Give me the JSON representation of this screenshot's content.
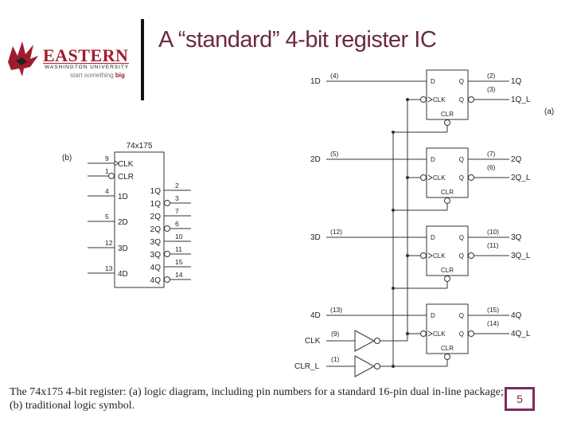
{
  "logo": {
    "word": "EASTERN",
    "sub": "WASHINGTON UNIVERSITY",
    "tag_prefix": "start something ",
    "tag_bold": "big"
  },
  "title": "A “standard” 4-bit register IC",
  "diagram_a": {
    "tag": "(a)",
    "inputs": [
      {
        "label": "1D",
        "pin": "(4)"
      },
      {
        "label": "2D",
        "pin": "(5)"
      },
      {
        "label": "3D",
        "pin": "(12)"
      },
      {
        "label": "4D",
        "pin": "(13)"
      }
    ],
    "outputs": [
      {
        "q": "1Q",
        "qpin": "(2)",
        "qn": "1Q_L",
        "qnpin": "(3)"
      },
      {
        "q": "2Q",
        "qpin": "(7)",
        "qn": "2Q_L",
        "qnpin": "(6)"
      },
      {
        "q": "3Q",
        "qpin": "(10)",
        "qn": "3Q_L",
        "qnpin": "(11)"
      },
      {
        "q": "4Q",
        "qpin": "(15)",
        "qn": "4Q_L",
        "qnpin": "(14)"
      }
    ],
    "ff": {
      "d": "D",
      "q": "Q",
      "clk": "CLK",
      "clr": "CLR"
    },
    "clk": {
      "label": "CLK",
      "pin": "(9)"
    },
    "clr": {
      "label": "CLR_L",
      "pin": "(1)"
    }
  },
  "diagram_b": {
    "tag": "(b)",
    "part": "74x175",
    "left": [
      {
        "pin": "9",
        "name": "CLK"
      },
      {
        "pin": "1",
        "name": "CLR"
      },
      {
        "pin": "4",
        "name": "1D"
      },
      {
        "pin": "5",
        "name": "2D"
      },
      {
        "pin": "12",
        "name": "3D"
      },
      {
        "pin": "13",
        "name": "4D"
      }
    ],
    "right": [
      {
        "pin": "2",
        "name": "1Q"
      },
      {
        "pin": "3",
        "name": "1Q"
      },
      {
        "pin": "7",
        "name": "2Q"
      },
      {
        "pin": "6",
        "name": "2Q"
      },
      {
        "pin": "10",
        "name": "3Q"
      },
      {
        "pin": "11",
        "name": "3Q"
      },
      {
        "pin": "15",
        "name": "4Q"
      },
      {
        "pin": "14",
        "name": "4Q"
      }
    ]
  },
  "caption": {
    "line1": "The 74x175 4-bit register: (a) logic diagram, including pin numbers for a standard 16-pin dual in-line package;",
    "line2": "(b) traditional logic symbol."
  },
  "page_number": "5"
}
